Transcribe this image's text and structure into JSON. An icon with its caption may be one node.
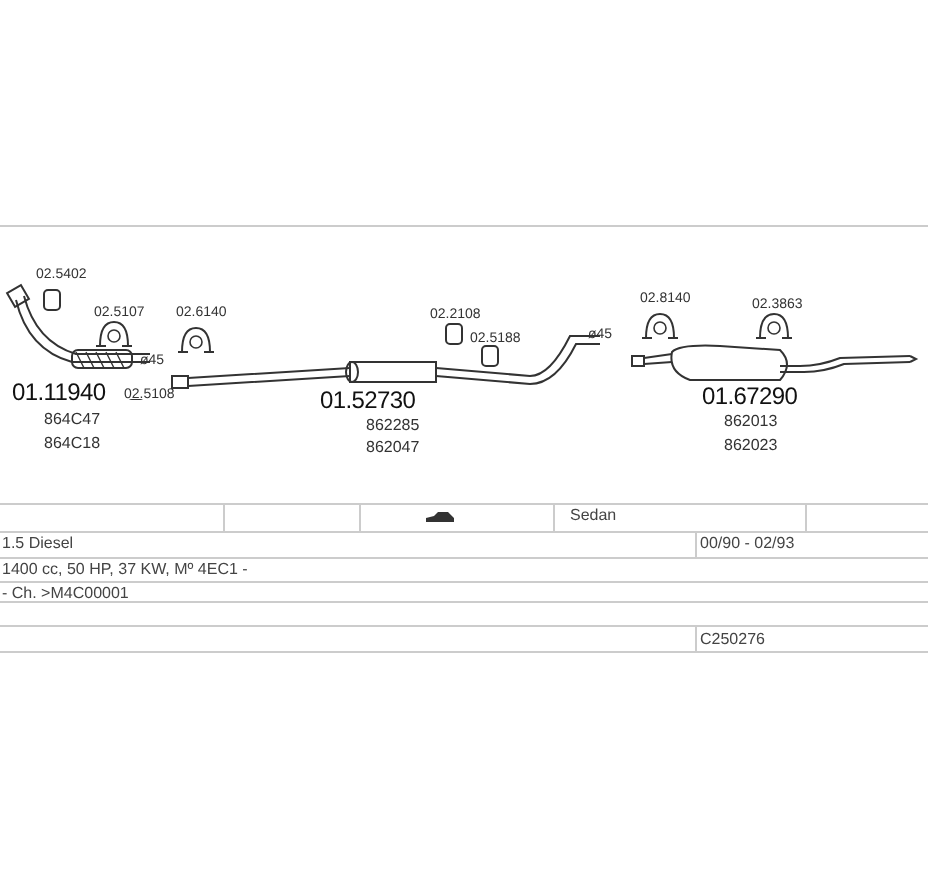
{
  "diagram": {
    "labels": [
      "02.5402",
      "02.8140",
      "02.3863",
      "02.2108",
      "02.5107",
      "02.6140",
      "ø45",
      "02.5188",
      "ø45",
      "01.11940",
      "02.5108",
      "01.67290",
      "01.52730",
      "864C47",
      "862013",
      "862285",
      "864C18",
      "862023",
      "862047",
      "Sedan",
      "1.5 Diesel",
      "00/90 - 02/93",
      "1400 cc, 50 HP, 37 KW, Mº 4EC1 -",
      "- Ch. >M4C00001",
      "C250276"
    ]
  }
}
